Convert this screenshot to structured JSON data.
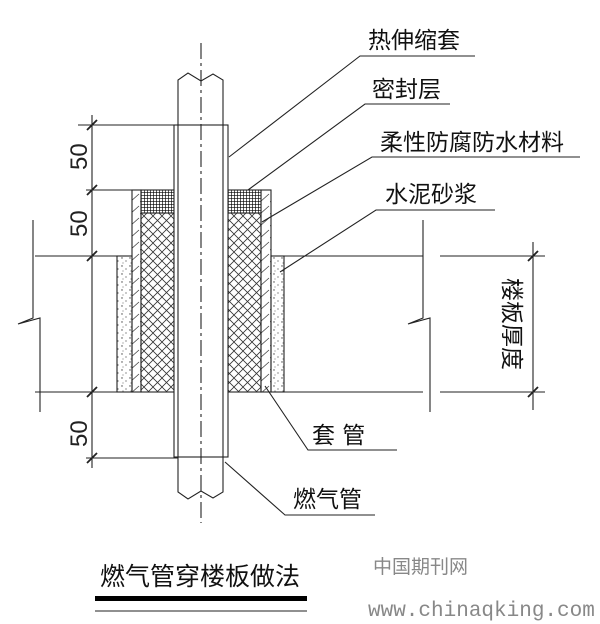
{
  "labels": {
    "heat_shrink_sleeve": "热伸缩套",
    "sealing_layer": "密封层",
    "flexible_material": "柔性防腐防水材料",
    "cement_mortar": "水泥砂浆",
    "casing": "套 管",
    "gas_pipe": "燃气管"
  },
  "dimensions": {
    "top": "50",
    "middle": "50",
    "bottom": "50",
    "slab_thickness": "楼板厚度"
  },
  "title": "燃气管穿楼板做法",
  "watermark": {
    "name": "中国期刊网",
    "url": "www.chinaqking.com"
  }
}
